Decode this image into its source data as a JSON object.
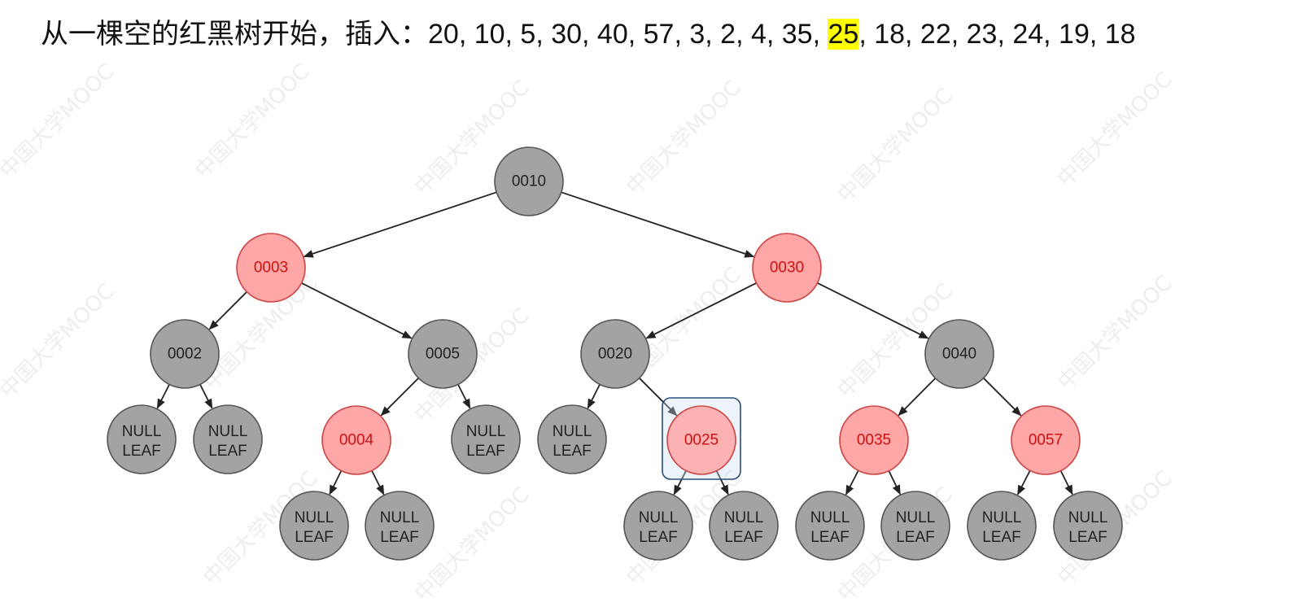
{
  "caption": {
    "prefix": "从一棵空的红黑树开始，插入：",
    "sequence_before": "20, 10, 5, 30, 40, 57, 3, 2, 4, 35, ",
    "highlight": "25",
    "sequence_after": ", 18, 22, 23, 24, 19, 18"
  },
  "colors": {
    "black_fill": "#a3a3a3",
    "black_stroke": "#555555",
    "black_text": "#222222",
    "red_fill": "#ffa6a6",
    "red_stroke": "#cc4444",
    "red_text": "#cc1111",
    "edge": "#222222",
    "selection": "#2b4a7a",
    "highlight": "#ffff00"
  },
  "watermark": "中国大学MOOC",
  "leaf_label": [
    "NULL",
    "LEAF"
  ],
  "tree": {
    "nodes": [
      {
        "id": "n10",
        "label": "0010",
        "color": "black"
      },
      {
        "id": "n3",
        "label": "0003",
        "color": "red"
      },
      {
        "id": "n30",
        "label": "0030",
        "color": "red"
      },
      {
        "id": "n2",
        "label": "0002",
        "color": "black"
      },
      {
        "id": "n5",
        "label": "0005",
        "color": "black"
      },
      {
        "id": "n20",
        "label": "0020",
        "color": "black"
      },
      {
        "id": "n40",
        "label": "0040",
        "color": "black"
      },
      {
        "id": "n4",
        "label": "0004",
        "color": "red"
      },
      {
        "id": "n25",
        "label": "0025",
        "color": "red",
        "selected": true
      },
      {
        "id": "n35",
        "label": "0035",
        "color": "red"
      },
      {
        "id": "n57",
        "label": "0057",
        "color": "red"
      },
      {
        "id": "l1",
        "leaf": true
      },
      {
        "id": "l2",
        "leaf": true
      },
      {
        "id": "l3",
        "leaf": true
      },
      {
        "id": "l4",
        "leaf": true
      },
      {
        "id": "l5",
        "leaf": true
      },
      {
        "id": "l6",
        "leaf": true
      },
      {
        "id": "l7",
        "leaf": true
      },
      {
        "id": "l8",
        "leaf": true
      },
      {
        "id": "l9",
        "leaf": true
      },
      {
        "id": "l10",
        "leaf": true
      },
      {
        "id": "l11",
        "leaf": true
      },
      {
        "id": "l12",
        "leaf": true
      }
    ],
    "edges": [
      [
        "n10",
        "n3"
      ],
      [
        "n10",
        "n30"
      ],
      [
        "n3",
        "n2"
      ],
      [
        "n3",
        "n5"
      ],
      [
        "n30",
        "n20"
      ],
      [
        "n30",
        "n40"
      ],
      [
        "n2",
        "l1"
      ],
      [
        "n2",
        "l2"
      ],
      [
        "n5",
        "n4"
      ],
      [
        "n5",
        "l3"
      ],
      [
        "n20",
        "l4"
      ],
      [
        "n20",
        "n25"
      ],
      [
        "n40",
        "n35"
      ],
      [
        "n40",
        "n57"
      ],
      [
        "n4",
        "l5"
      ],
      [
        "n4",
        "l6"
      ],
      [
        "n25",
        "l7"
      ],
      [
        "n25",
        "l8"
      ],
      [
        "n35",
        "l9"
      ],
      [
        "n35",
        "l10"
      ],
      [
        "n57",
        "l11"
      ],
      [
        "n57",
        "l12"
      ]
    ]
  }
}
